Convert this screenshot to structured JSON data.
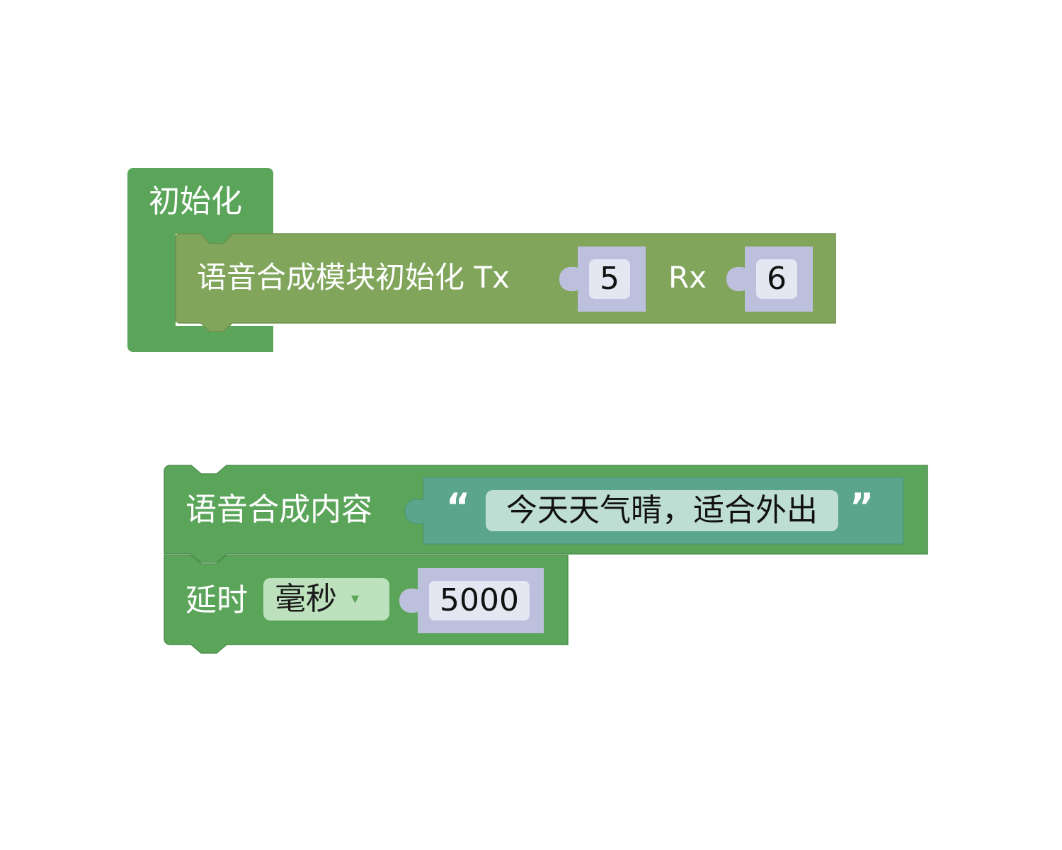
{
  "workspace": {
    "background": "#ffffff"
  },
  "colors": {
    "control_block": "#5ba55b",
    "module_block": "#80a55b",
    "number_input": "#bcc0dc",
    "number_field": "#e4e6f2",
    "text_input": "#5ba58c",
    "text_field": "#bfded3",
    "dropdown_field": "#bde1bd"
  },
  "blocks": {
    "setup": {
      "label": "初始化",
      "inner": {
        "label": "语音合成模块初始化 Tx",
        "tx_value": "5",
        "rx_label": "Rx",
        "rx_value": "6"
      }
    },
    "speak": {
      "label": "语音合成内容",
      "open_quote": "“",
      "text_value": "今天天气晴，适合外出",
      "close_quote": "”"
    },
    "delay": {
      "label": "延时",
      "unit_selected": "毫秒",
      "dropdown_arrow": "▾",
      "value": "5000"
    }
  }
}
